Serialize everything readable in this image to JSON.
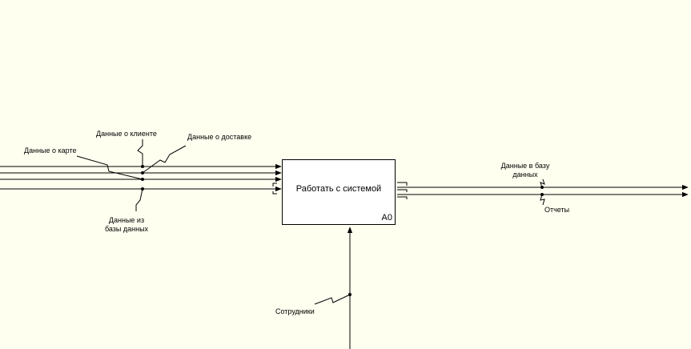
{
  "activity": {
    "title": "Работать с системой",
    "node": "A0"
  },
  "inputs": {
    "client_data": "Данные о клиенте",
    "delivery_data": "Данные о доставке",
    "card_data": "Данные о карте",
    "db_data": "Данные из базы данных"
  },
  "outputs": {
    "to_db": "Данные в базу данных",
    "reports": "Отчеты"
  },
  "mechanisms": {
    "staff": "Сотрудники"
  }
}
